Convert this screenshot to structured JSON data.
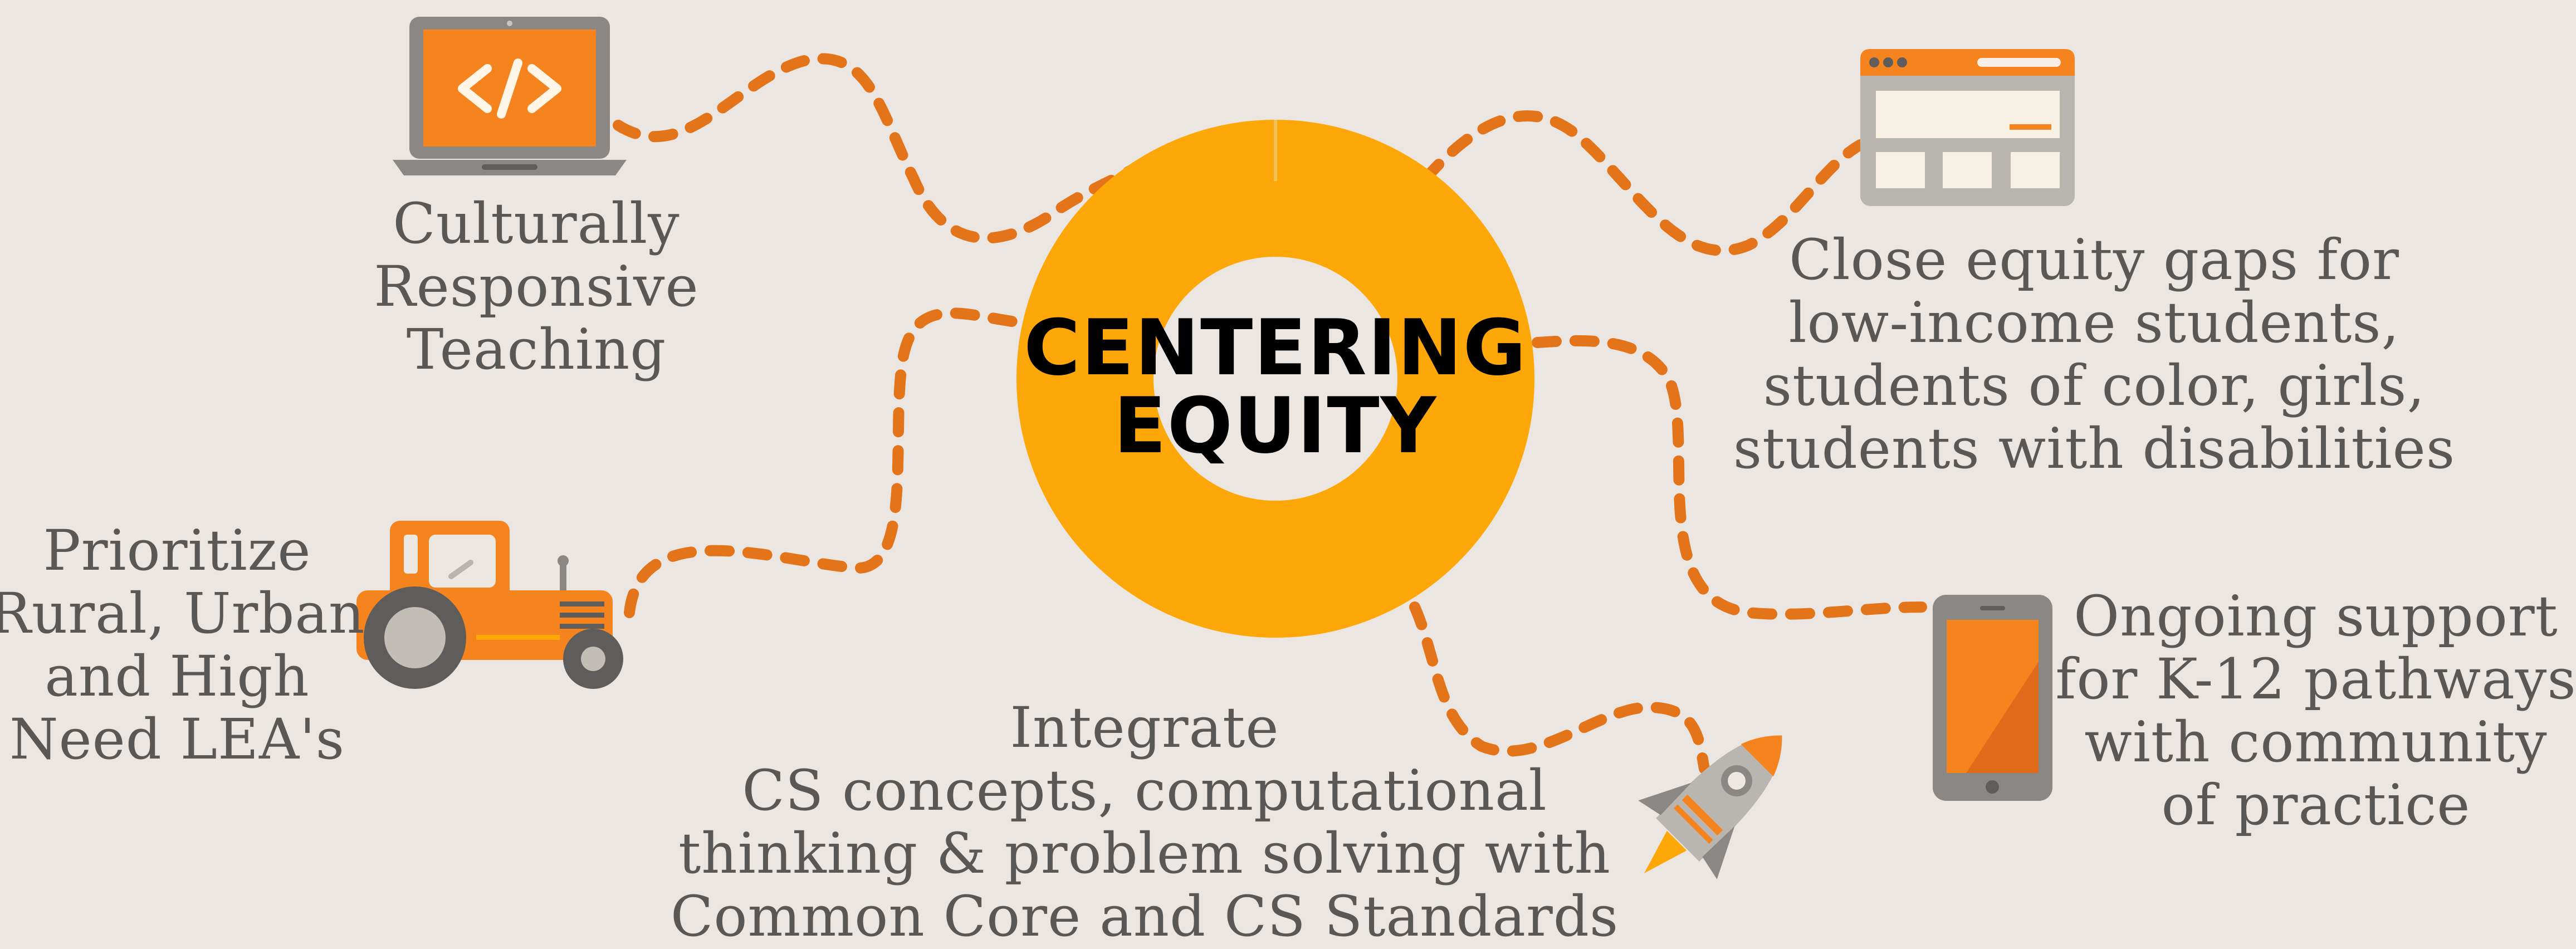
{
  "center": {
    "line1": "CENTERING",
    "line2": "EQUITY"
  },
  "nodes": {
    "culturally_responsive": [
      "Culturally",
      "Responsive",
      "Teaching"
    ],
    "prioritize_leas": [
      "Prioritize",
      "Rural, Urban",
      "and High",
      "Need LEA's"
    ],
    "integrate_cs": [
      "Integrate",
      "CS concepts, computational",
      "thinking & problem solving with",
      "Common Core and CS Standards"
    ],
    "close_gaps": [
      "Close equity gaps for",
      "low-income students,",
      "students of color, girls,",
      "students with disabilities"
    ],
    "ongoing_support": [
      "Ongoing support",
      "for K-12 pathways",
      "with community",
      "of practice"
    ]
  },
  "icons": {
    "laptop": "laptop-code-icon",
    "tractor": "tractor-icon",
    "rocket": "rocket-icon",
    "browser": "browser-window-icon",
    "phone": "smartphone-icon"
  },
  "colors": {
    "background": "#ebe6e1",
    "ring": "#fda808",
    "dash": "#e3741a",
    "text": "#5a5856",
    "icon_orange": "#f5841f",
    "icon_gray": "#8a8784"
  }
}
